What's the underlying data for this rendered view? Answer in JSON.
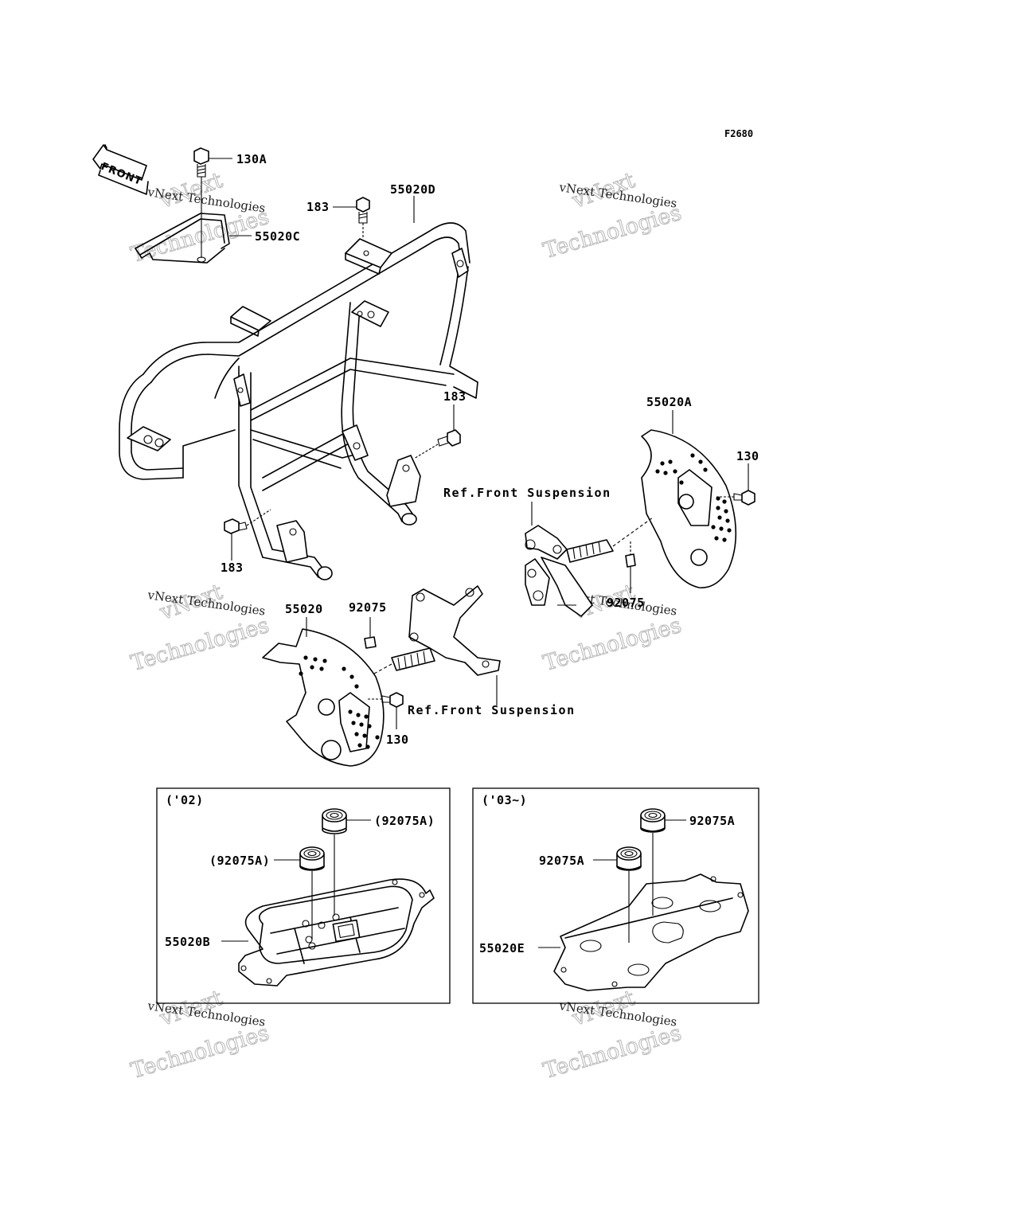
{
  "figure_code": "F2680",
  "front_label": "FRONT",
  "watermark": {
    "line1": "vNext Technologies",
    "line2": "vNext",
    "line3": "Technologies"
  },
  "callouts": {
    "p130A": "130A",
    "p55020C": "55020C",
    "p183_top": "183",
    "p55020D": "55020D",
    "p183_mid": "183",
    "p183_bottom": "183",
    "p55020A": "55020A",
    "p130_right": "130",
    "ref_front_susp_upper": "Ref.Front Suspension",
    "p92075_right": "92075",
    "p55020": "55020",
    "p92075_left": "92075",
    "ref_front_susp_lower": "Ref.Front Suspension",
    "p130_left": "130"
  },
  "inset_2002": {
    "title": "('02)",
    "p92075A_top": "(92075A)",
    "p92075A_left": "(92075A)",
    "p55020B": "55020B"
  },
  "inset_2003": {
    "title": "('03~)",
    "p92075A_top": "92075A",
    "p92075A_left": "92075A",
    "p55020E": "55020E"
  }
}
